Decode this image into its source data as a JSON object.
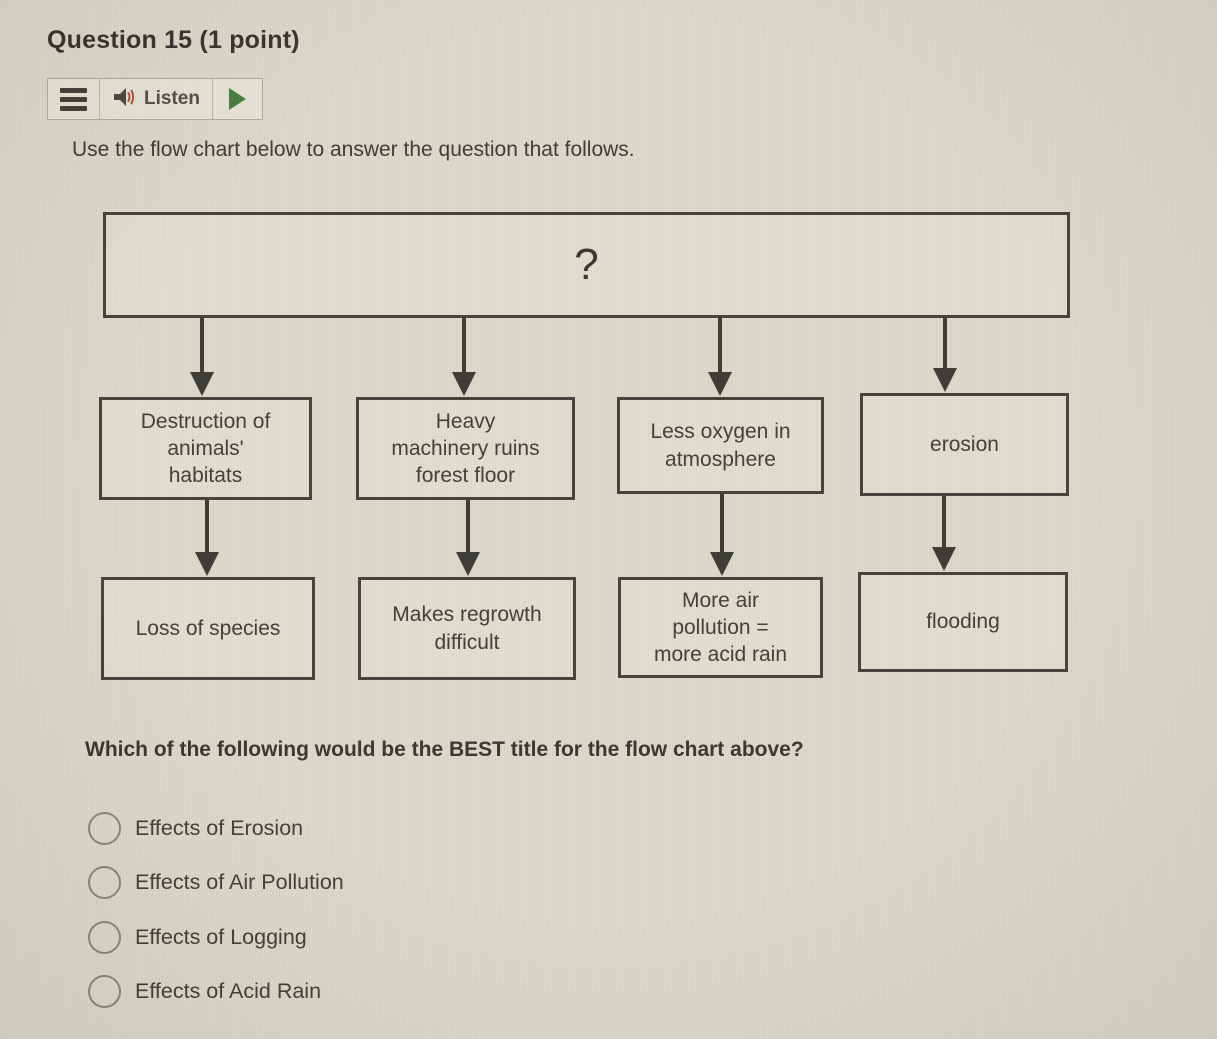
{
  "page": {
    "title": "Question 15 (1 point)",
    "instruction": "Use the flow chart below to answer the question that follows.",
    "question": "Which of the following would be the BEST title for the flow chart above?"
  },
  "toolbar": {
    "menu_icon": "hamburger-icon",
    "listen_label": "Listen",
    "speaker_icon": "speaker-icon",
    "play_icon": "play-icon"
  },
  "flowchart": {
    "root": "?",
    "columns": [
      {
        "cause": "Destruction of\nanimals'\nhabitats",
        "effect": "Loss of species"
      },
      {
        "cause": "Heavy\nmachinery ruins\nforest floor",
        "effect": "Makes regrowth\ndifficult"
      },
      {
        "cause": "Less oxygen in\natmosphere",
        "effect": "More air\npollution =\nmore acid rain"
      },
      {
        "cause": "erosion",
        "effect": "flooding"
      }
    ]
  },
  "options": [
    {
      "label": "Effects of Erosion",
      "selected": false
    },
    {
      "label": "Effects of Air Pollution",
      "selected": false
    },
    {
      "label": "Effects of Logging",
      "selected": false
    },
    {
      "label": "Effects of Acid Rain",
      "selected": false
    }
  ],
  "colors": {
    "background": "#d9d6c9",
    "box_border": "#3b3a33",
    "play_green": "#3f7a37",
    "speaker_wave_red": "#b5472f",
    "text": "#38372f"
  }
}
